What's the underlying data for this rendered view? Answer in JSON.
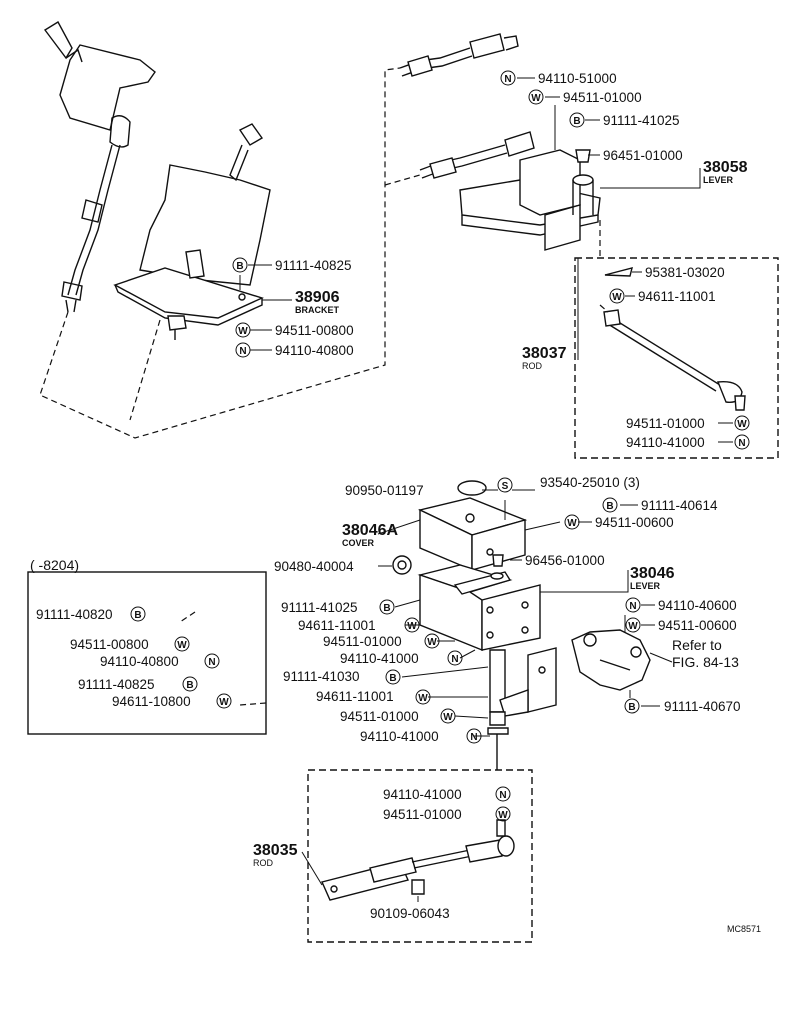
{
  "labels": {
    "l_94110_51000": "94110-51000",
    "l_94511_01000_top": "94511-01000",
    "l_91111_41025_top": "91111-41025",
    "l_96451_01000": "96451-01000",
    "l_38058": "38058",
    "l_lever_top": "LEVER",
    "l_95381_03020": "95381-03020",
    "l_94611_11001_top": "94611-11001",
    "l_38037": "38037",
    "l_rod_mid": "ROD",
    "l_94511_01000_r": "94511-01000",
    "l_94110_41000_r": "94110-41000",
    "l_91111_40825": "91111-40825",
    "l_38906": "38906",
    "l_bracket": "BRACKET",
    "l_94511_00800": "94511-00800",
    "l_94110_40800": "94110-40800",
    "l_90950_01197": "90950-01197",
    "l_93540_25010": "93540-25010 (3)",
    "l_91111_40614": "91111-40614",
    "l_94511_00600_a": "94511-00600",
    "l_38046A": "38046A",
    "l_cover": "COVER",
    "l_90480_40004": "90480-40004",
    "l_96456_01000": "96456-01000",
    "l_38046": "38046",
    "l_lever_mid": "LEVER",
    "l_94110_40600": "94110-40600",
    "l_94511_00600_b": "94511-00600",
    "l_refer_to": "Refer to",
    "l_fig": "FIG. 84-13",
    "l_91111_40670": "91111-40670",
    "l_91111_41025_mid": "91111-41025",
    "l_94611_11001_a": "94611-11001",
    "l_94511_01000_a": "94511-01000",
    "l_94110_41000_a": "94110-41000",
    "l_91111_41030": "91111-41030",
    "l_94611_11001_b": "94611-11001",
    "l_94511_01000_b": "94511-01000",
    "l_94110_41000_b": "94110-41000",
    "l_inset_title": "(      -8204)",
    "l_in_91111_40820": "91111-40820",
    "l_in_94511_00800": "94511-00800",
    "l_in_94110_40800": "94110-40800",
    "l_in_91111_40825": "91111-40825",
    "l_in_94611_10800": "94611-10800",
    "l_94110_41000_c": "94110-41000",
    "l_94511_01000_c": "94511-01000",
    "l_38035": "38035",
    "l_rod_bottom": "ROD",
    "l_90109_06043": "90109-06043",
    "l_mc": "MC8571"
  },
  "code_letters": {
    "nut": "N",
    "washer": "W",
    "bolt": "B",
    "screw": "S"
  }
}
